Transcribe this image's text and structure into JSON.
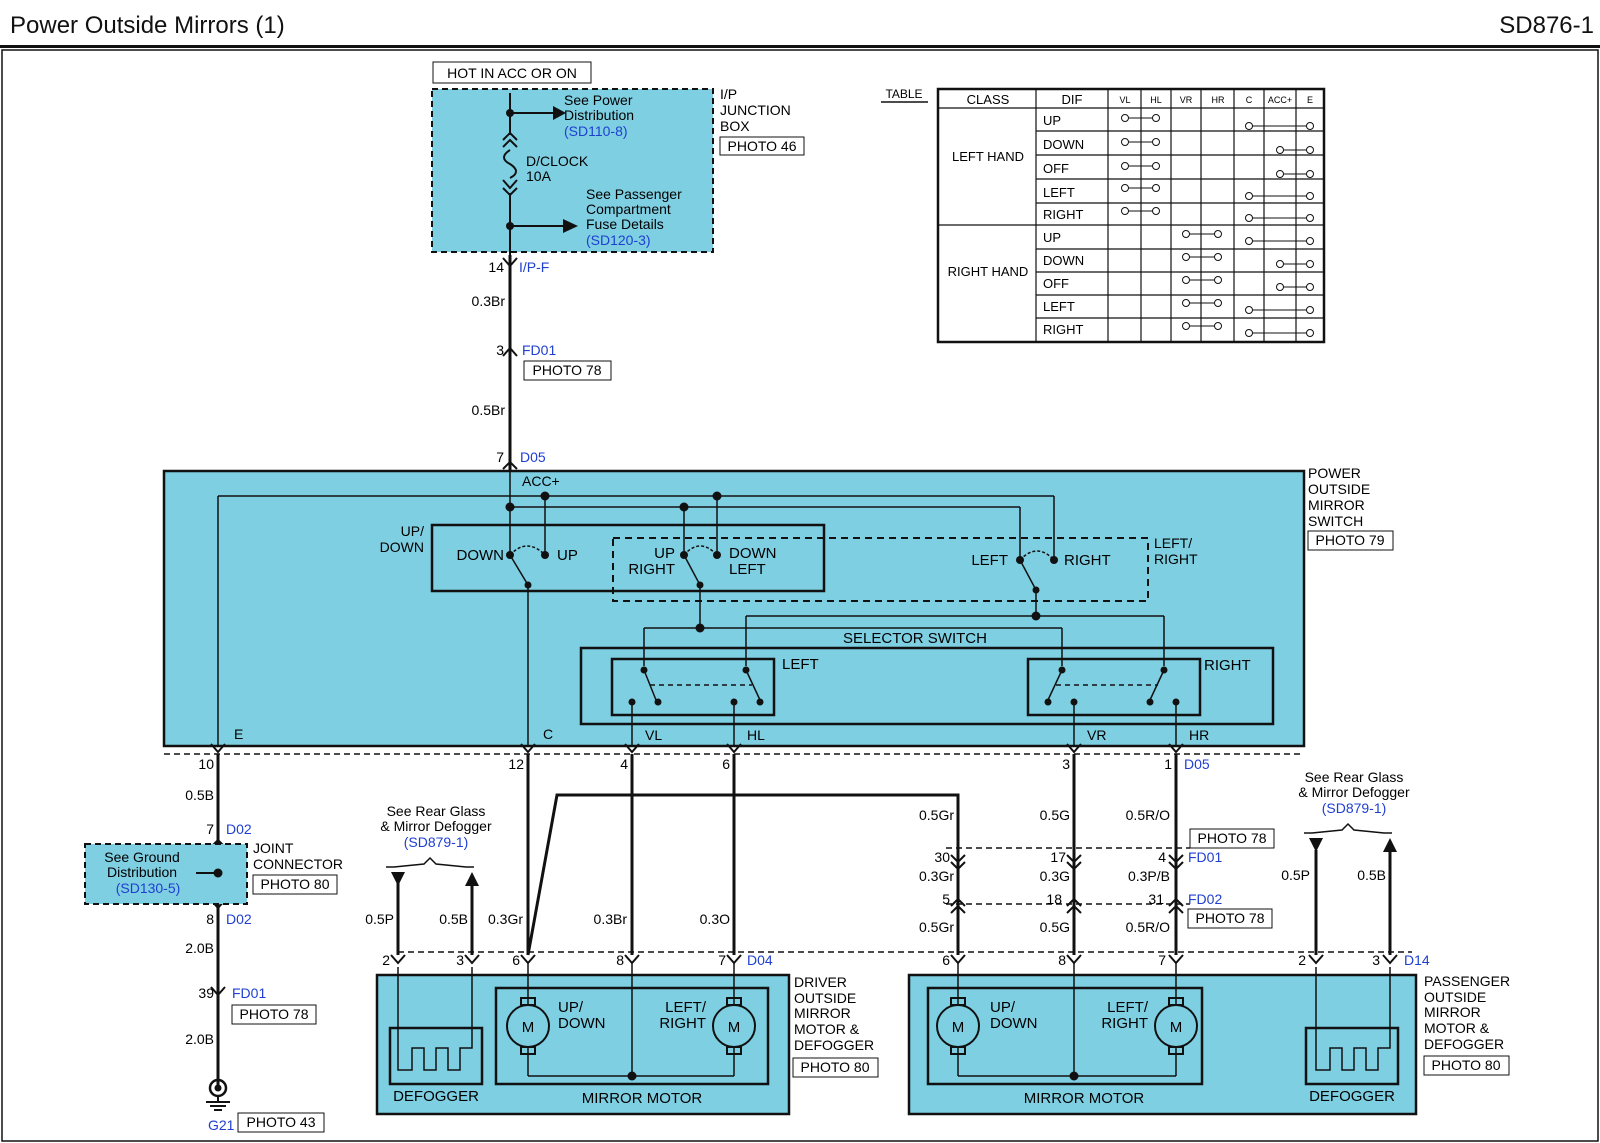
{
  "header": {
    "title": "Power Outside Mirrors (1)",
    "code": "SD876-1"
  },
  "fuse_box": {
    "hot_label": "HOT IN ACC OR ON",
    "box_name": [
      "I/P",
      "JUNCTION",
      "BOX"
    ],
    "photo": "PHOTO 46",
    "power_ref": [
      "See Power",
      "Distribution"
    ],
    "power_link": "(SD110-8)",
    "fuse": [
      "D/CLOCK",
      "10A"
    ],
    "passenger_ref": [
      "See Passenger",
      "Compartment",
      "Fuse Details"
    ],
    "passenger_link": "(SD120-3)",
    "pin": "14",
    "connector": "I/P-F"
  },
  "wires": {
    "w03br": "0.3Br",
    "w05br": "0.5Br",
    "w05b": "0.5B",
    "w20b": "2.0B",
    "w05gr": "0.5Gr",
    "w05g": "0.5G",
    "w05ro": "0.5R/O",
    "w03gr": "0.3Gr",
    "w03g": "0.3G",
    "w03pb": "0.3P/B",
    "w05p": "0.5P",
    "w03o": "0.3O"
  },
  "connectors": {
    "fd01": "FD01",
    "fd02": "FD02",
    "d05": "D05",
    "d02": "D02",
    "d04": "D04",
    "d14": "D14",
    "g21": "G21",
    "photo78": "PHOTO 78",
    "photo80": "PHOTO 80",
    "photo43": "PHOTO 43"
  },
  "pins": {
    "p3": "3",
    "p7": "7",
    "p10": "10",
    "p12": "12",
    "p4": "4",
    "p6": "6",
    "p1": "1",
    "p8": "8",
    "p2": "2",
    "p39": "39",
    "p30": "30",
    "p17": "17",
    "p5": "5",
    "p18": "18",
    "p31": "31"
  },
  "mirror_switch": {
    "name": [
      "POWER",
      "OUTSIDE",
      "MIRROR",
      "SWITCH"
    ],
    "photo": "PHOTO 79",
    "acc": "ACC+",
    "updown": [
      "UP/",
      "DOWN"
    ],
    "down": "DOWN",
    "up": "UP",
    "up2": "UP",
    "right2": "RIGHT",
    "down2": "DOWN",
    "left2": "LEFT",
    "leftright": [
      "LEFT/",
      "RIGHT"
    ],
    "left3": "LEFT",
    "right3": "RIGHT",
    "selector": "SELECTOR SWITCH",
    "sel_left": "LEFT",
    "sel_right": "RIGHT",
    "term_e": "E",
    "term_c": "C",
    "term_vl": "VL",
    "term_hl": "HL",
    "term_vr": "VR",
    "term_hr": "HR"
  },
  "ground": {
    "ref": [
      "See Ground",
      "Distribution"
    ],
    "link": "(SD130-5)",
    "joint": [
      "JOINT",
      "CONNECTOR"
    ]
  },
  "defog_ref": {
    "text": [
      "See Rear Glass",
      "& Mirror Defogger"
    ],
    "link": "(SD879-1)"
  },
  "driver": {
    "name": [
      "DRIVER",
      "OUTSIDE",
      "MIRROR",
      "MOTOR &",
      "DEFOGGER"
    ],
    "defogger": "DEFOGGER",
    "motor": "MIRROR MOTOR",
    "updown": [
      "UP/",
      "DOWN"
    ],
    "leftright": [
      "LEFT/",
      "RIGHT"
    ],
    "m": "M"
  },
  "passenger": {
    "name": [
      "PASSENGER",
      "OUTSIDE",
      "MIRROR",
      "MOTOR &",
      "DEFOGGER"
    ],
    "defogger": "DEFOGGER",
    "motor": "MIRROR MOTOR",
    "updown": [
      "UP/",
      "DOWN"
    ],
    "leftright": [
      "LEFT/",
      "RIGHT"
    ],
    "m": "M"
  },
  "table": {
    "caption": "TABLE",
    "headers": [
      "CLASS",
      "DIF",
      "VL",
      "HL",
      "VR",
      "HR",
      "C",
      "ACC+",
      "E"
    ],
    "groups": [
      {
        "class": "LEFT HAND",
        "rows": [
          "UP",
          "DOWN",
          "OFF",
          "LEFT",
          "RIGHT"
        ]
      },
      {
        "class": "RIGHT HAND",
        "rows": [
          "UP",
          "DOWN",
          "OFF",
          "LEFT",
          "RIGHT"
        ]
      }
    ]
  },
  "colors": {
    "box_fill": "#7ecfe2",
    "link": "#1f3fd1",
    "line": "#111111"
  }
}
